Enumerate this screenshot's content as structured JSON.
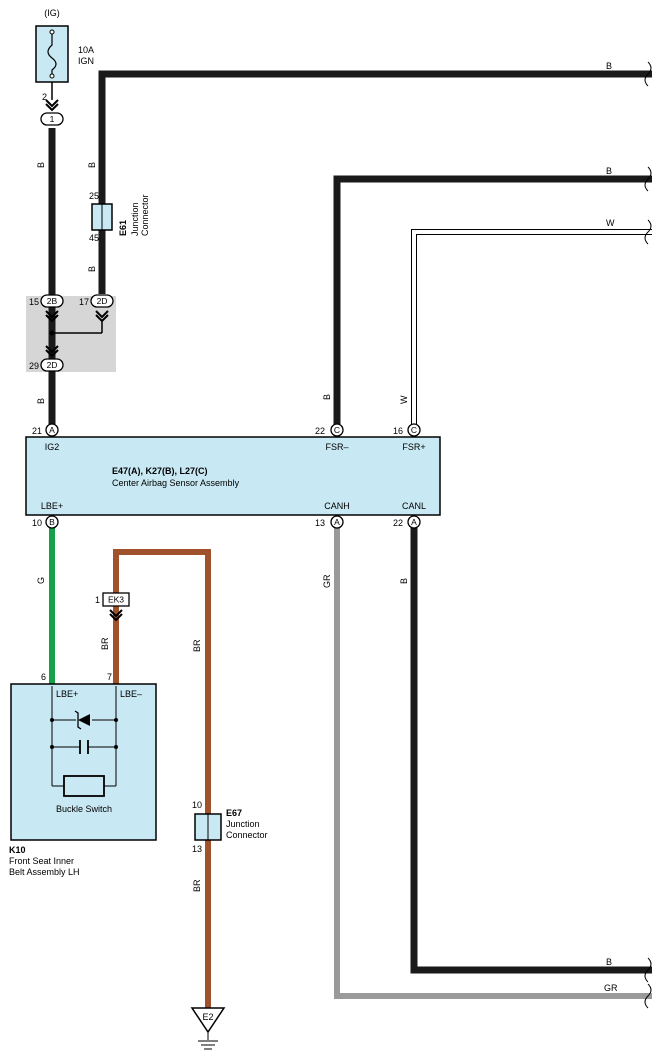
{
  "colors": {
    "B": "#1a1a1a",
    "W": "#ffffff",
    "G": "#15a04a",
    "BR": "#a0522d",
    "GR": "#9a9a9a",
    "box_fill": "#c8e8f3",
    "splice_fill": "#d6d6d6"
  },
  "fuse": {
    "source": "(IG)",
    "rating": "10A",
    "name": "IGN",
    "pin": "2",
    "connector_pin": "1"
  },
  "junction_e61": {
    "id": "E61",
    "line1": "Junction",
    "line2": "Connector",
    "pin_top": "25",
    "pin_bottom": "45"
  },
  "splice": {
    "pin_15": "15",
    "conn_15": "2B",
    "pin_17": "17",
    "conn_17": "2D",
    "pin_29": "29",
    "conn_29": "2D"
  },
  "wire_labels": {
    "b_left_top": "B",
    "b_e61_top": "B",
    "b_e61_bottom": "B",
    "b_left_bottom": "B",
    "b_fsr": "B",
    "w_fsr": "W",
    "g": "G",
    "br_ek3": "BR",
    "br_right": "BR",
    "br_e67": "BR",
    "gr": "GR",
    "b_canl": "B"
  },
  "right_labels": {
    "r1": "B",
    "r2": "B",
    "r3": "W",
    "r4": "B",
    "r5": "GR"
  },
  "ecu": {
    "title": "E47(A), K27(B), L27(C)",
    "name": "Center Airbag Sensor Assembly",
    "ig2_pin": "21",
    "ig2_conn": "A",
    "ig2_label": "IG2",
    "fsrm_pin": "22",
    "fsrm_conn": "C",
    "fsrm_label": "FSR–",
    "fsrp_pin": "16",
    "fsrp_conn": "C",
    "fsrp_label": "FSR+",
    "lbe_pin": "10",
    "lbe_conn": "B",
    "lbe_label": "LBE+",
    "canh_pin": "13",
    "canh_conn": "A",
    "canh_label": "CANH",
    "canl_pin": "22",
    "canl_conn": "A",
    "canl_label": "CANL"
  },
  "ek3": {
    "pin": "1",
    "id": "EK3"
  },
  "k10": {
    "id": "K10",
    "line1": "Front Seat Inner",
    "line2": "Belt Assembly LH",
    "pin_lbep": "6",
    "pin_lbem": "7",
    "lbep_label": "LBE+",
    "lbem_label": "LBE–",
    "switch_label": "Buckle Switch"
  },
  "junction_e67": {
    "id": "E67",
    "line1": "Junction",
    "line2": "Connector",
    "pin_top": "10",
    "pin_bottom": "13"
  },
  "ground": {
    "id": "E2"
  }
}
